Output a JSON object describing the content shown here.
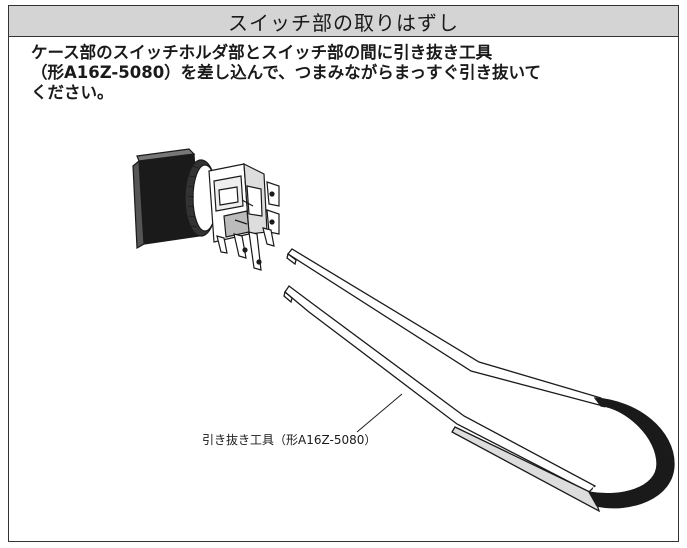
{
  "section": {
    "title": "スイッチ部の取りはずし"
  },
  "instructions": {
    "lines": [
      "ケース部のスイッチホルダ部とスイッチ部の間に引き抜き工具",
      "（形A16Z-5080）を差し込んで、つまみながらまっすぐ引き抜いて",
      "ください。"
    ]
  },
  "figure": {
    "callout_label": "引き抜き工具（形A16Z-5080）",
    "ink_color": "#1a1a1a",
    "background": "#d4d4d4"
  }
}
